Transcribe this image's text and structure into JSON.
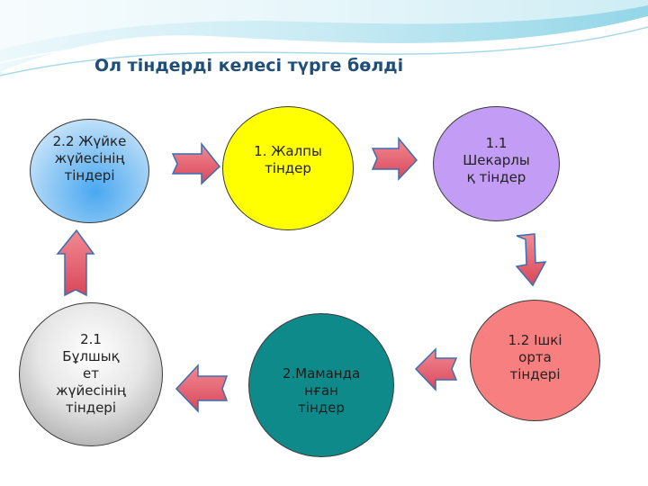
{
  "title": "Ол тіндерді келесі түрге бөлді",
  "nodes": {
    "n22": "2.2 Жүйке\nжүйесінің\nтіндері",
    "n1": "1. Жалпы\nтіндер",
    "n11": "1.1\nШекарлы\nқ тіндер",
    "n12": "1.2 Ішкі\nорта\nтіндері",
    "n2": "2.Маманда\nнған\nтіндер",
    "n21": "2.1\nБұлшық\nет\nжүйесінің\nтіндері"
  },
  "colors": {
    "n22": "#9fd0f6",
    "n1": "#ffff00",
    "n11": "#c39cf6",
    "n12": "#f87f7f",
    "n2": "#0f8a8a",
    "n21": "#d9d9d9",
    "arrow_fill": "#e85a6a",
    "arrow_stroke": "#3a6fb0",
    "title": "#1f4e79"
  }
}
